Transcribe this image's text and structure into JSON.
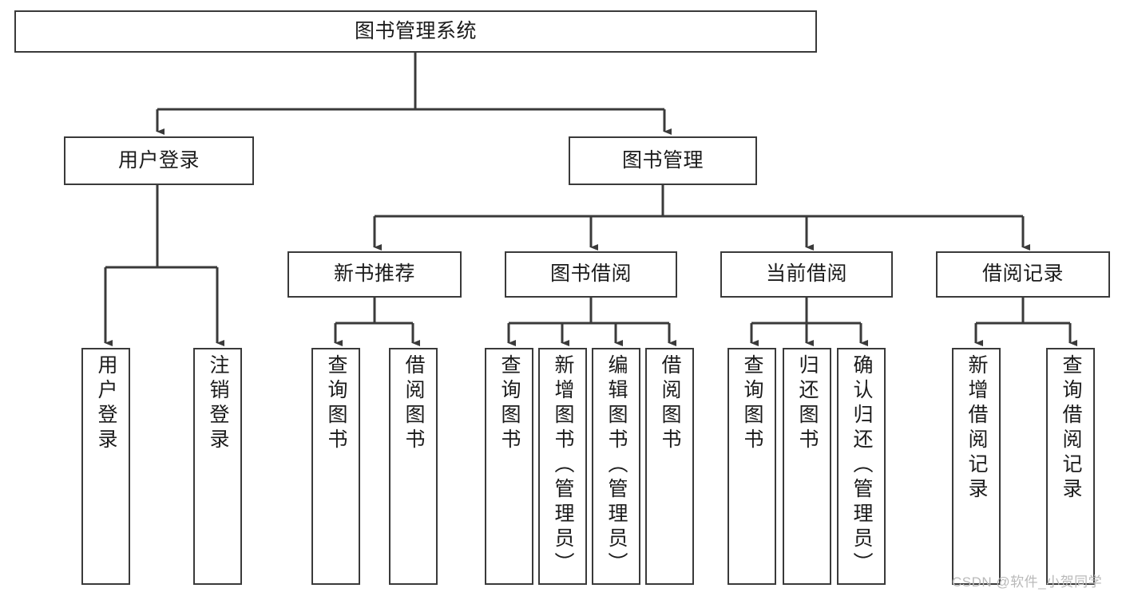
{
  "diagram": {
    "type": "tree-hierarchy",
    "orientation": "top-down",
    "root": {
      "label": "图书管理系统"
    },
    "level2": [
      {
        "label": "用户登录"
      },
      {
        "label": "图书管理"
      }
    ],
    "level3": [
      {
        "label": "新书推荐"
      },
      {
        "label": "图书借阅"
      },
      {
        "label": "当前借阅"
      },
      {
        "label": "借阅记录"
      }
    ],
    "leaves": {
      "user_login": [
        {
          "label": "用户登录"
        },
        {
          "label": "注销登录"
        }
      ],
      "new_book_recommend": [
        {
          "label": "查询图书"
        },
        {
          "label": "借阅图书"
        }
      ],
      "book_borrow": [
        {
          "label": "查询图书"
        },
        {
          "label": "新增图书（管理员）"
        },
        {
          "label": "编辑图书（管理员）"
        },
        {
          "label": "借阅图书"
        }
      ],
      "current_borrow": [
        {
          "label": "查询图书"
        },
        {
          "label": "归还图书"
        },
        {
          "label": "确认归还（管理员）"
        }
      ],
      "borrow_record": [
        {
          "label": "新增借阅记录"
        },
        {
          "label": "查询借阅记录"
        }
      ]
    }
  },
  "watermark": {
    "text": "CSDN @软件_小贺同学"
  },
  "colors": {
    "stroke": "#3a3a3a",
    "background": "#ffffff",
    "text": "#1b1b1b",
    "watermark": "#b9b9b9"
  }
}
